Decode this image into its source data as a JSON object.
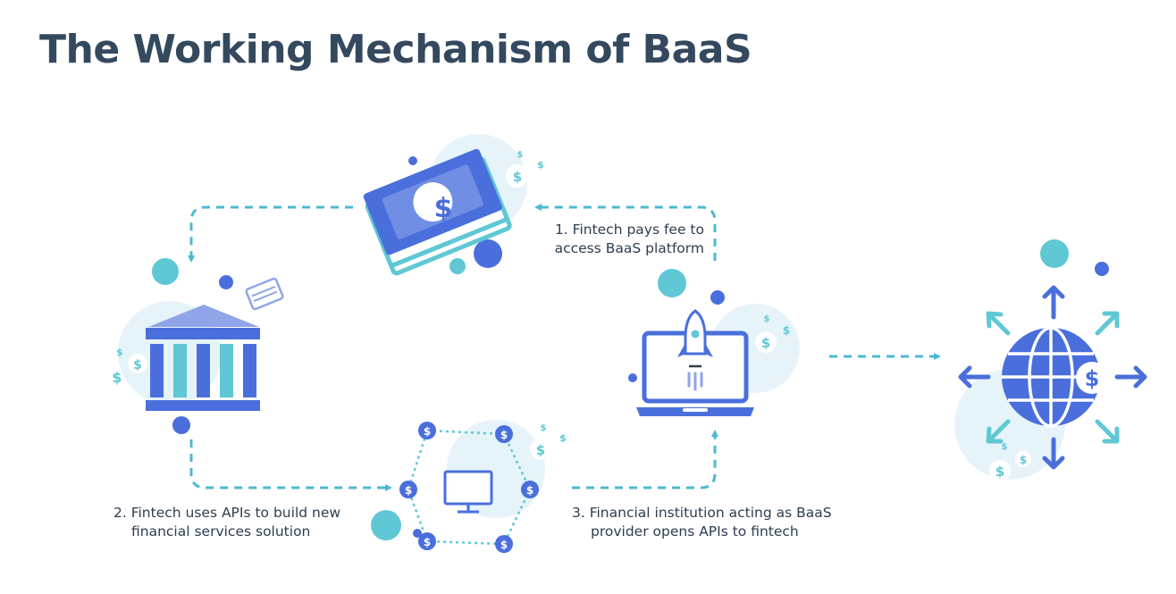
{
  "title": "The Working Mechanism of BaaS",
  "steps": {
    "step1": {
      "line1": "1. Fintech pays fee to",
      "line2": "access BaaS platform"
    },
    "step2": {
      "line1": "2. Fintech uses APIs to build new",
      "line2": "financial services solution"
    },
    "step3": {
      "line1": "3. Financial institution acting as BaaS",
      "line2": "provider opens APIs to fintech"
    }
  },
  "symbols": {
    "dollar": "$"
  },
  "icons": [
    "money-stack-icon",
    "bank-icon",
    "credit-card-icon",
    "laptop-icon",
    "rocket-icon",
    "computer-monitor-icon",
    "api-link-icon",
    "globe-icon",
    "arrow-icon"
  ],
  "colors": {
    "title": "#34495e",
    "primary_blue": "#4a6fdc",
    "teal": "#5fc8d4",
    "light_bg": "#e6f4fa",
    "dashed_line": "#4cb9d0",
    "text": "#2c3e50"
  }
}
